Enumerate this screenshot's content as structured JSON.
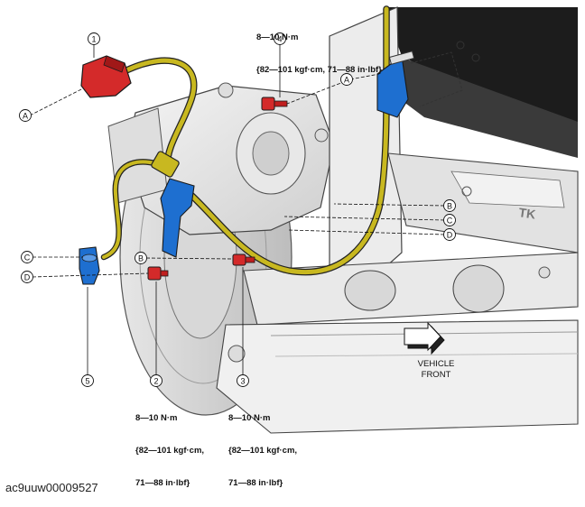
{
  "torque_specs": {
    "bolt_4": [
      "8—10 N·m",
      "{82—101 kgf·cm, 71—88 in·lbf}"
    ],
    "bolt_2": [
      "8—10 N·m",
      "{82—101 kgf·cm,",
      "71—88 in·lbf}"
    ],
    "bolt_3": [
      "8—10 N·m",
      "{82—101 kgf·cm,",
      "71—88 in·lbf}"
    ]
  },
  "callouts": {
    "part_numbers": [
      "1",
      "2",
      "3",
      "4",
      "5"
    ],
    "reference_letters": [
      "A",
      "B",
      "C",
      "D"
    ]
  },
  "direction_label": [
    "VEHICLE",
    "FRONT"
  ],
  "embossed_mark": "TK",
  "figure_code": "ac9uuw00009527",
  "colors": {
    "hose": "#c8b820",
    "connector": "#d42a2a",
    "clip": "#1e6fd0",
    "outline": "#222222"
  },
  "icons": [
    "front-arrow-icon"
  ]
}
